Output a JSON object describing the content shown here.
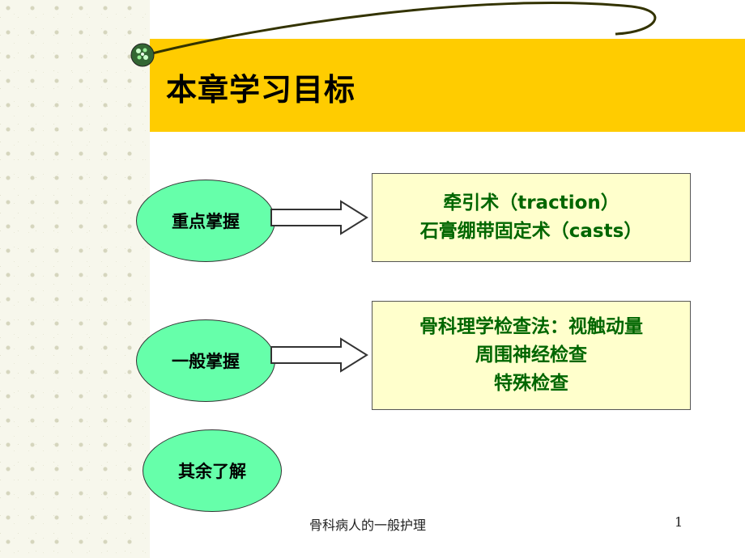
{
  "slide": {
    "title": "本章学习目标",
    "footer": "骨科病人的一般护理",
    "page_number": "1"
  },
  "ovals": [
    {
      "label": "重点掌握"
    },
    {
      "label": "一般掌握"
    },
    {
      "label": "其余了解"
    }
  ],
  "boxes": [
    {
      "lines": [
        "牵引术（traction）",
        "石膏绷带固定术（casts）"
      ]
    },
    {
      "lines": [
        "骨科理学检查法：视触动量",
        "周围神经检查",
        "特殊检查"
      ]
    }
  ],
  "colors": {
    "title_band": "#ffcc00",
    "oval_fill": "#66ffaa",
    "box_fill": "#ffffcc",
    "box_text": "#006600"
  },
  "icons": {
    "bullet": "green-sphere-icon",
    "arrow": "right-arrow-icon"
  }
}
